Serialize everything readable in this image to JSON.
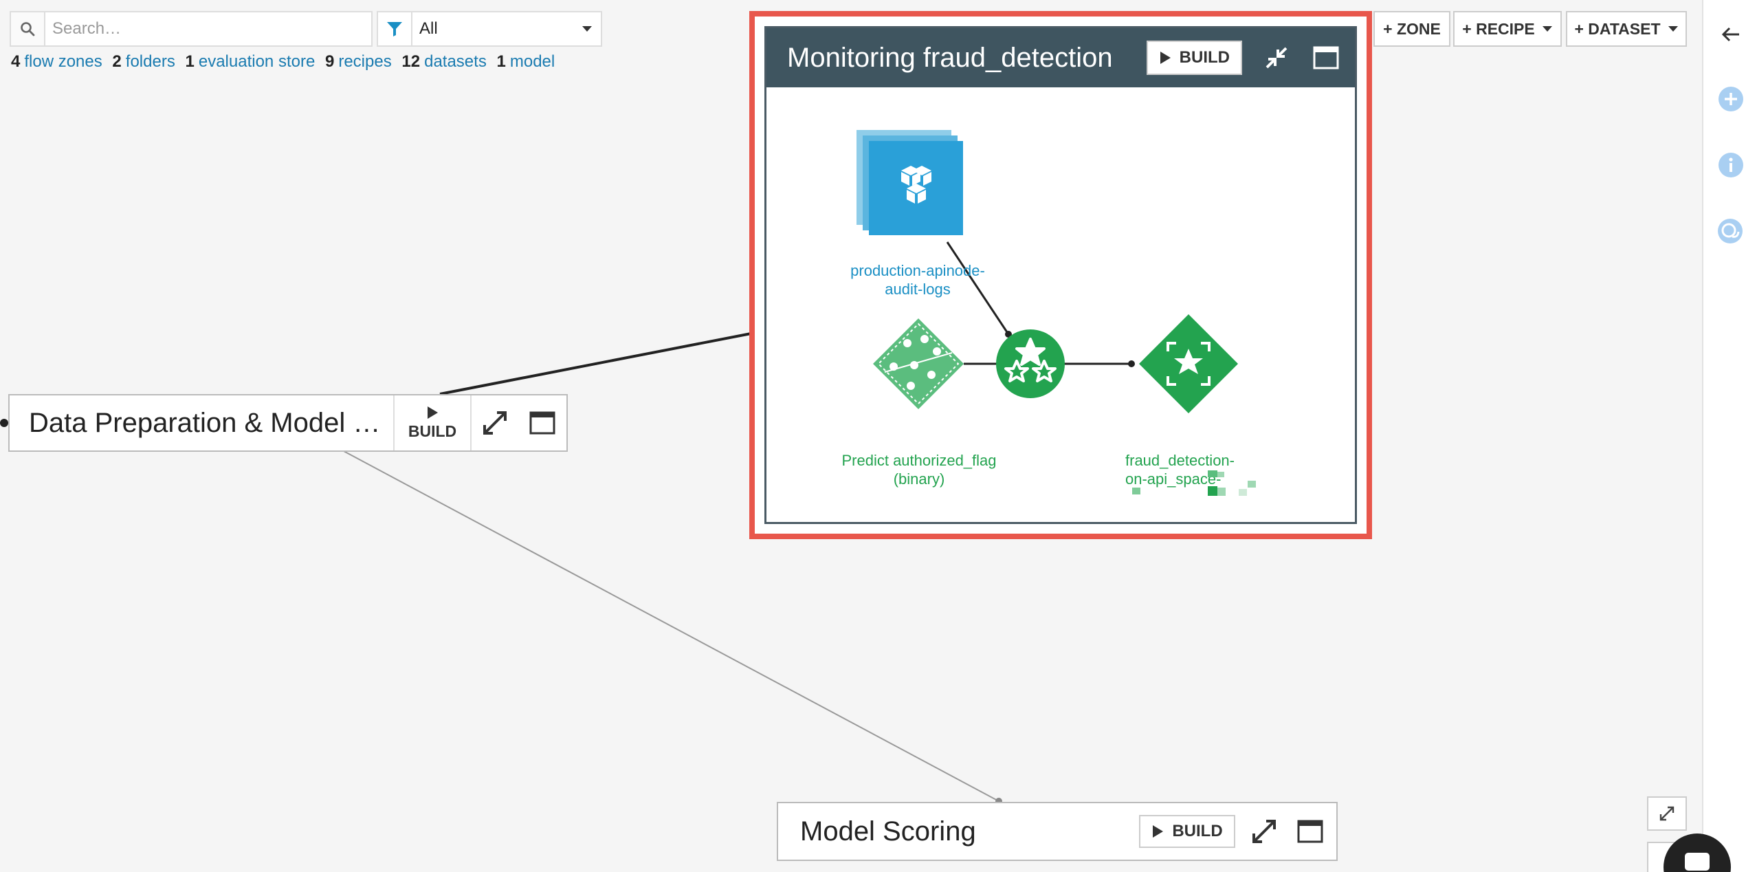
{
  "search": {
    "placeholder": "Search…",
    "value": ""
  },
  "filter": {
    "selected": "All"
  },
  "counts": [
    {
      "n": "4",
      "label": "flow zones"
    },
    {
      "n": "2",
      "label": "folders"
    },
    {
      "n": "1",
      "label": "evaluation store"
    },
    {
      "n": "9",
      "label": "recipes"
    },
    {
      "n": "12",
      "label": "datasets"
    },
    {
      "n": "1",
      "label": "model"
    }
  ],
  "actions": {
    "zone": "+ ZONE",
    "recipe": "+ RECIPE",
    "dataset": "+ DATASET"
  },
  "zones": {
    "data_prep": {
      "title": "Data Preparation & Model …",
      "build": "BUILD"
    },
    "monitoring": {
      "title": "Monitoring fraud_detection",
      "build": "BUILD",
      "nodes": {
        "audit_logs": "production-apinode-audit-logs",
        "model": "Predict authorized_flag (binary)",
        "evaluation_store": "fraud_detection-on-api_space-"
      }
    },
    "model_scoring": {
      "title": "Model Scoring",
      "build": "BUILD"
    }
  },
  "colors": {
    "accent_blue": "#1a8fc4",
    "green": "#23a34f",
    "selected_zone_border": "#e8574c",
    "zone_header": "#3f5560"
  }
}
